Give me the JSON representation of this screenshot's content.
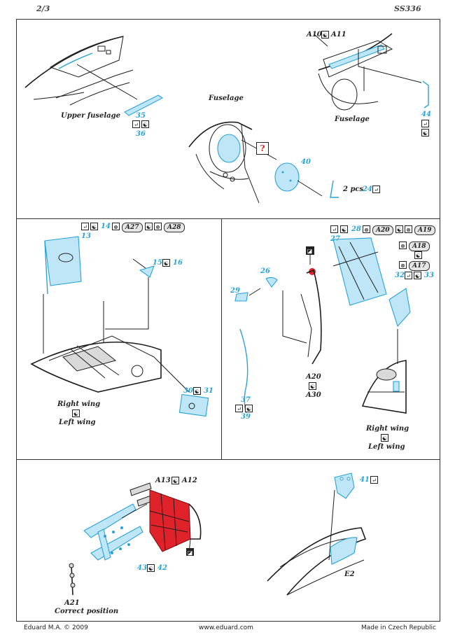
{
  "header": {
    "page": "2/3",
    "code": "SS336"
  },
  "glyphs": {
    "bend": "↵",
    "flip": "☯",
    "paint": "◪",
    "cross": "⊗"
  },
  "panel1": {
    "upper_fuselage": "Upper fuselage",
    "n35": "35",
    "n36": "36",
    "fuselage_mid": "Fuselage",
    "question": "?",
    "n40": "40",
    "two_pcs": "2 pcs",
    "n24": "24",
    "a10": "A10",
    "a11": "A11",
    "fuselage_right": "Fuselage",
    "n44": "44"
  },
  "panel2": {
    "n14": "14",
    "a27": "A27",
    "a28": "A28",
    "n13": "13",
    "n15": "15",
    "n16": "16",
    "n30": "30",
    "n31": "31",
    "right_wing": "Right wing",
    "left_wing": "Left wing"
  },
  "panel3": {
    "n28": "28",
    "a20_pill": "A20",
    "a19": "A19",
    "n27": "27",
    "a18": "A18",
    "a17": "A17",
    "n32": "32",
    "n33": "33",
    "n26": "26",
    "n29": "29",
    "a20": "A20",
    "a30": "A30",
    "n37": "37",
    "n39": "39",
    "right_wing": "Right wing",
    "left_wing": "Left wing"
  },
  "panel4": {
    "a13": "A13",
    "a12": "A12",
    "n43": "43",
    "n42": "42",
    "a21": "A21",
    "correct_position": "Correct position",
    "n41": "41",
    "e2": "E2"
  },
  "footer": {
    "copyright": "Eduard M.A. © 2009",
    "url": "www.eduard.com",
    "made_in": "Made in Czech Republic"
  }
}
